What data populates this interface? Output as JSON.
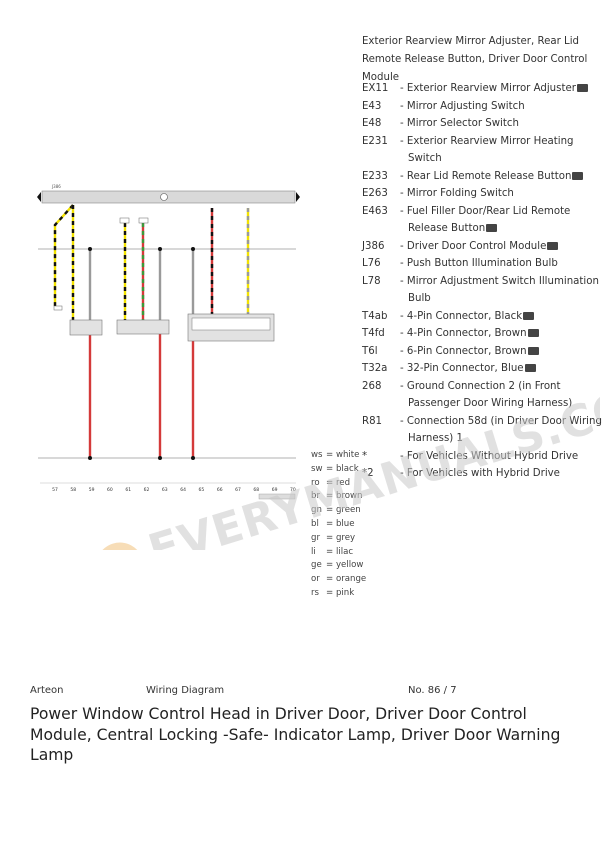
{
  "heading": "Exterior Rearview Mirror Adjuster, Rear Lid Remote Release Button, Driver Door Control Module",
  "parts": [
    {
      "code": "EX11",
      "desc": "Exterior Rearview Mirror Adjuster",
      "icon": true
    },
    {
      "code": "E43",
      "desc": "Mirror Adjusting Switch"
    },
    {
      "code": "E48",
      "desc": "Mirror Selector Switch"
    },
    {
      "code": "E231",
      "desc": "Exterior Rearview Mirror Heating Switch"
    },
    {
      "code": "E233",
      "desc": "Rear Lid Remote Release Button",
      "icon": true
    },
    {
      "code": "E263",
      "desc": "Mirror Folding Switch"
    },
    {
      "code": "E463",
      "desc": "Fuel Filler Door/Rear Lid Remote Release Button",
      "icon": true
    },
    {
      "code": "J386",
      "desc": "Driver Door Control Module",
      "icon": true
    },
    {
      "code": "L76",
      "desc": "Push Button Illumination Bulb"
    },
    {
      "code": "L78",
      "desc": "Mirror Adjustment Switch Illumination Bulb"
    },
    {
      "code": "T4ab",
      "desc": "4-Pin Connector, Black",
      "icon": true
    },
    {
      "code": "T4fd",
      "desc": "4-Pin Connector, Brown",
      "icon": true
    },
    {
      "code": "T6l",
      "desc": "6-Pin Connector, Brown",
      "icon": true
    },
    {
      "code": "T32a",
      "desc": "32-Pin Connector, Blue",
      "icon": true
    },
    {
      "code": "268",
      "desc": "Ground Connection 2 (in Front Passenger Door Wiring Harness)"
    },
    {
      "code": "R81",
      "desc": "Connection 58d (in Driver Door Wiring Harness) 1"
    },
    {
      "code": "*",
      "desc": "For Vehicles Without Hybrid Drive"
    },
    {
      "code": "*2",
      "desc": "For Vehicles with Hybrid Drive"
    }
  ],
  "legend": [
    {
      "abbr": "ws",
      "color": "white"
    },
    {
      "abbr": "sw",
      "color": "black"
    },
    {
      "abbr": "ro",
      "color": "red"
    },
    {
      "abbr": "br",
      "color": "brown"
    },
    {
      "abbr": "gn",
      "color": "green"
    },
    {
      "abbr": "bl",
      "color": "blue"
    },
    {
      "abbr": "gr",
      "color": "grey"
    },
    {
      "abbr": "li",
      "color": "lilac"
    },
    {
      "abbr": "ge",
      "color": "yellow"
    },
    {
      "abbr": "or",
      "color": "orange"
    },
    {
      "abbr": "rs",
      "color": "pink"
    }
  ],
  "diagram": {
    "scale": [
      "57",
      "58",
      "59",
      "60",
      "61",
      "62",
      "63",
      "64",
      "65",
      "66",
      "67",
      "68",
      "69",
      "70"
    ],
    "wire_colors": {
      "yellow": "#f2e200",
      "black": "#111111",
      "red": "#d43a3a",
      "grey": "#9a9a9a",
      "green": "#3a9a3a"
    }
  },
  "footer": {
    "model": "Arteon",
    "type": "Wiring Diagram",
    "number": "No.  86 / 7"
  },
  "title": "Power Window Control Head in Driver Door, Driver Door Control Module, Central Locking -Safe- Indicator Lamp, Driver Door Warning Lamp",
  "watermark": "EVERYMANUALS.COM"
}
